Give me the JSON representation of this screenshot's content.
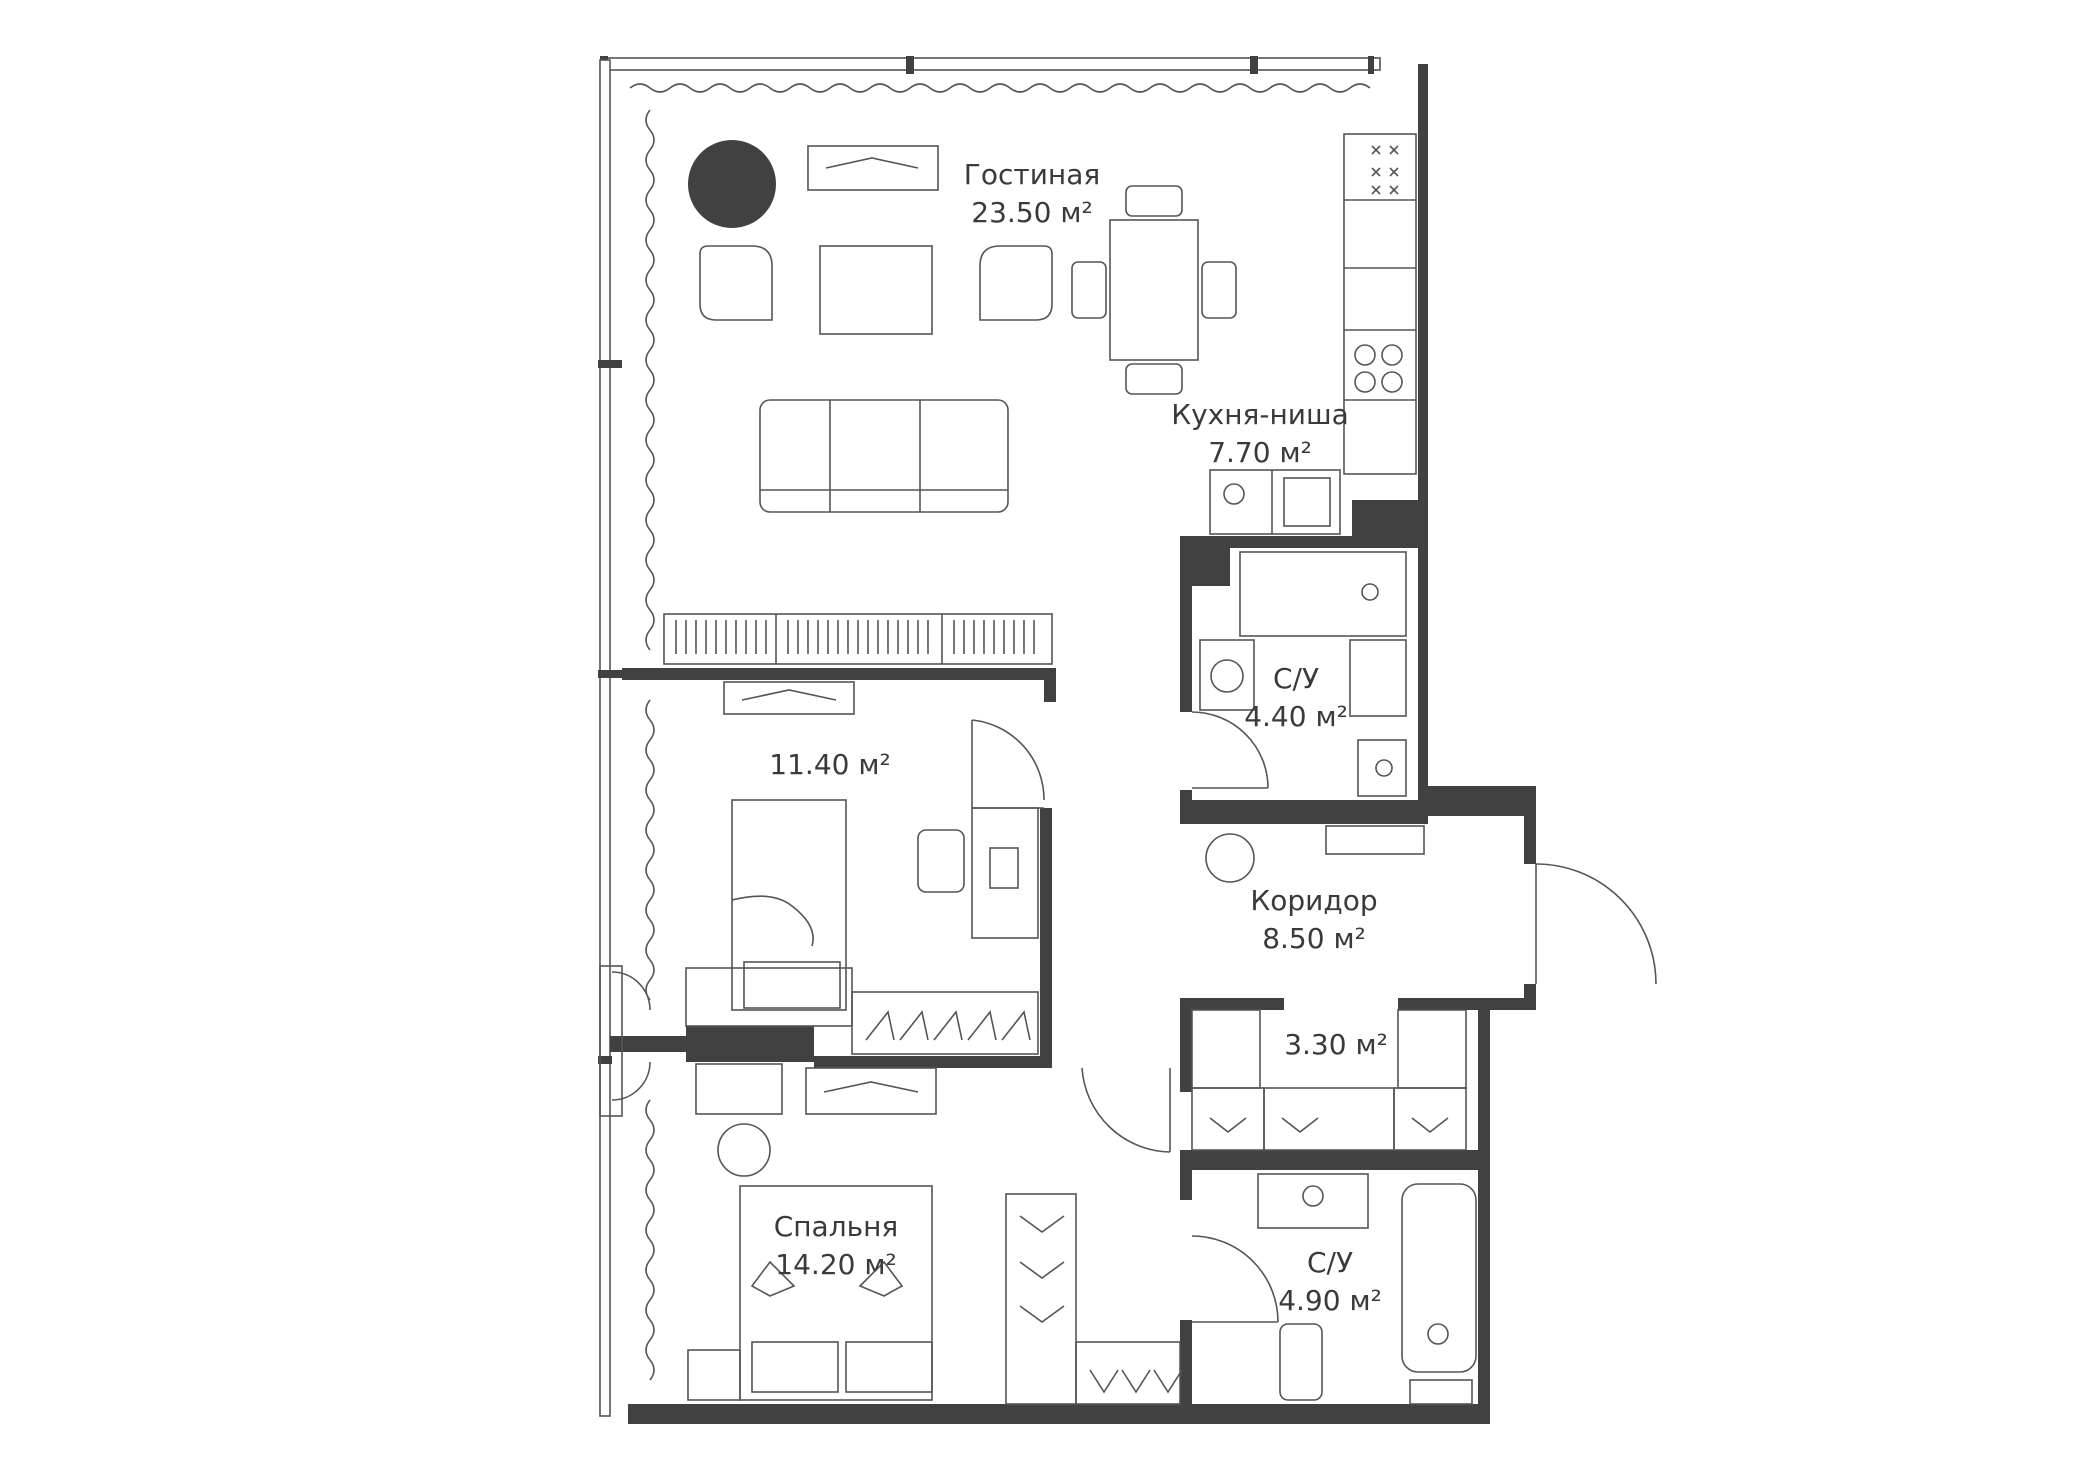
{
  "rooms": {
    "living": {
      "name": "Гостиная",
      "area": "23.50 м²"
    },
    "kitchen": {
      "name": "Кухня-ниша",
      "area": "7.70 м²"
    },
    "bath1": {
      "name": "С/У",
      "area": "4.40 м²"
    },
    "room2": {
      "name": "",
      "area": "11.40 м²"
    },
    "corridor": {
      "name": "Коридор",
      "area": "8.50 м²"
    },
    "closet": {
      "name": "",
      "area": "3.30 м²"
    },
    "bedroom": {
      "name": "Спальня",
      "area": "14.20 м²"
    },
    "bath2": {
      "name": "С/У",
      "area": "4.90 м²"
    }
  },
  "colors": {
    "wall": "#414142",
    "line": "#555555",
    "text": "#3a3a3a",
    "background": "#ffffff"
  }
}
